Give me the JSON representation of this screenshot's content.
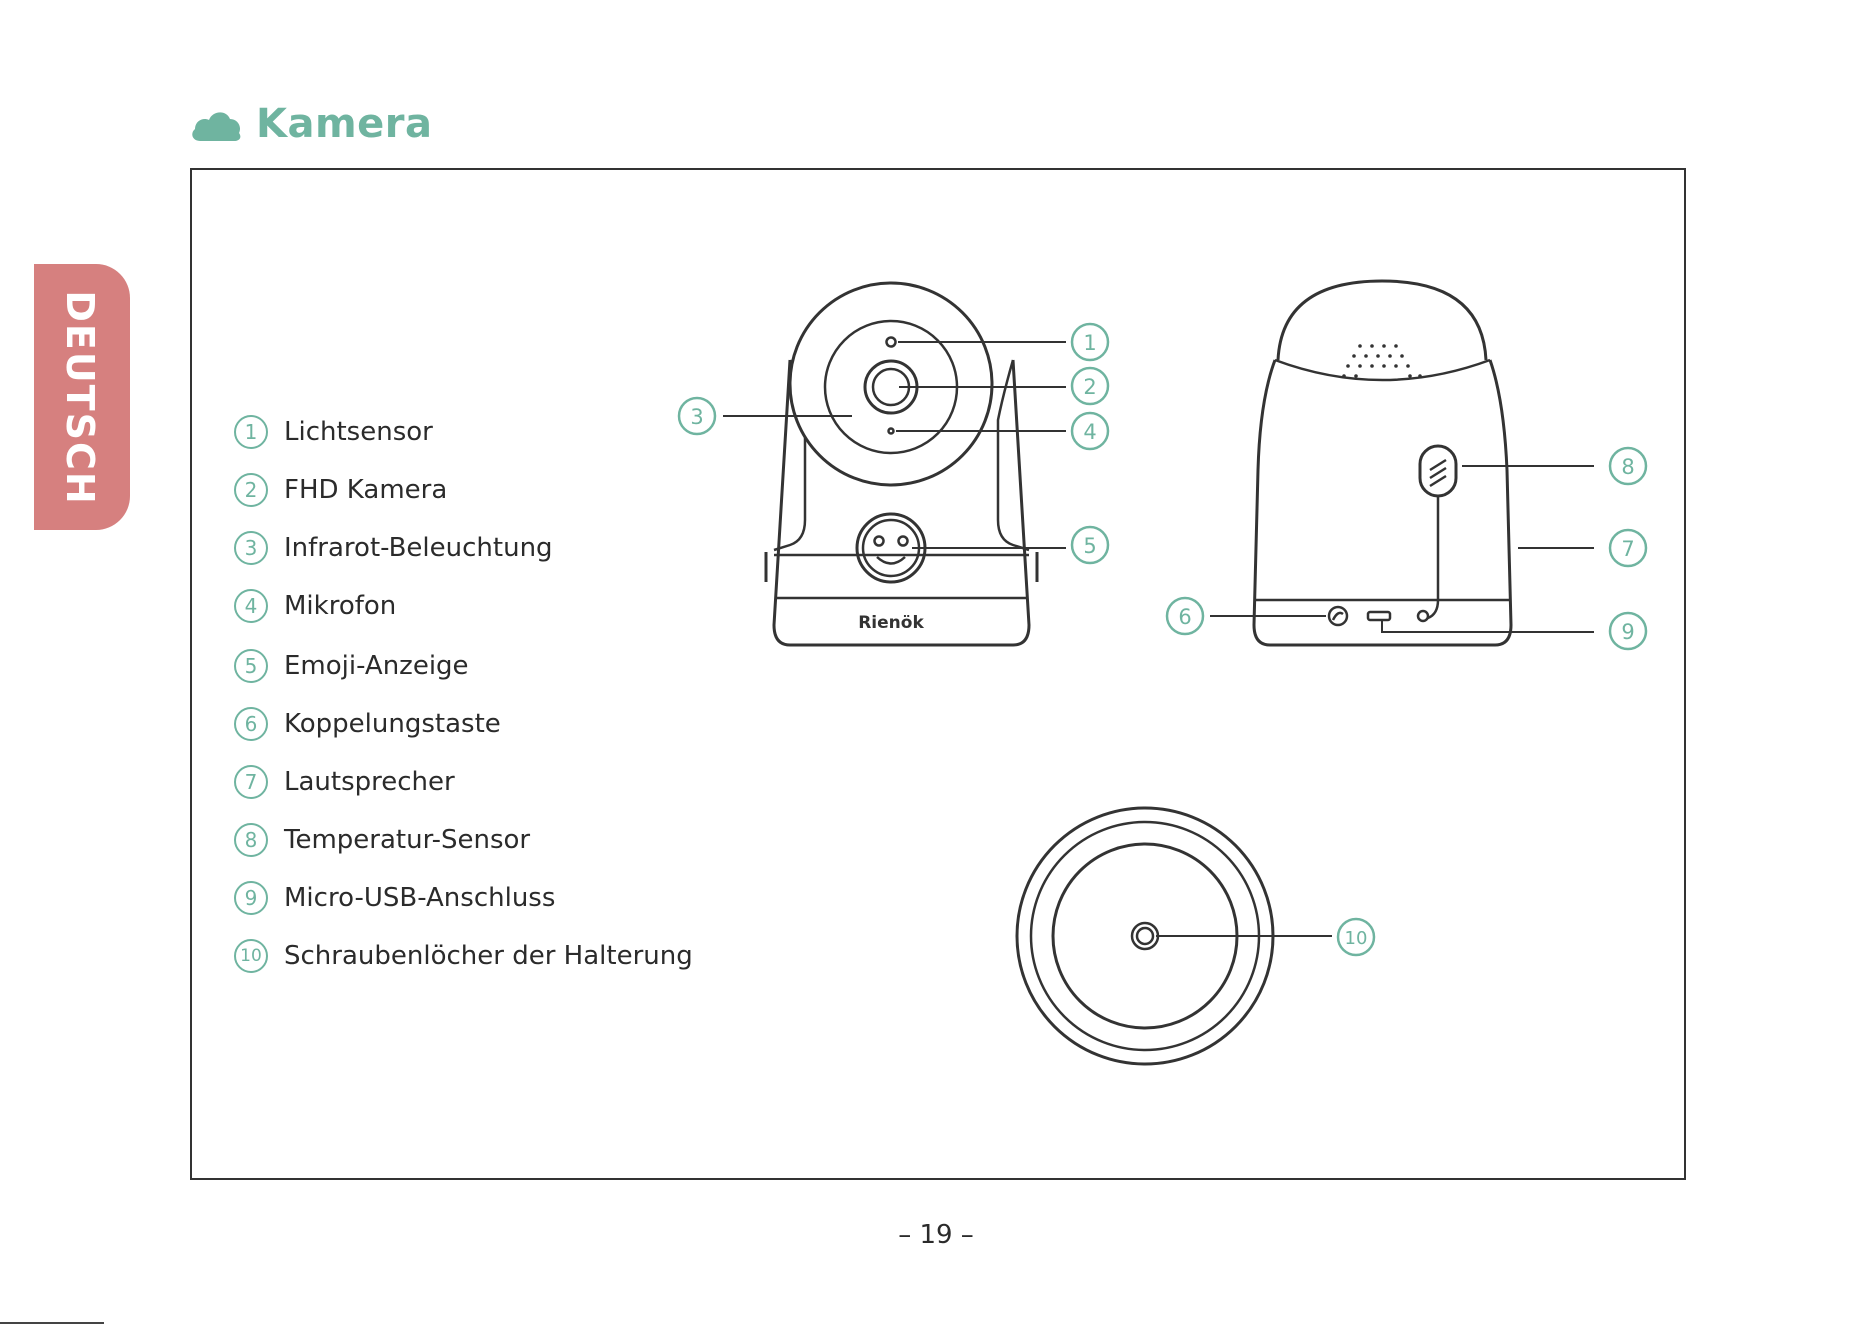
{
  "header": {
    "title": "Kamera",
    "icon": "cloud-icon",
    "accent_color": "#6fb4a0"
  },
  "language_tab": {
    "label": "DEUTSCH",
    "color": "#d6807f"
  },
  "legend": [
    {
      "num": "1",
      "label": "Lichtsensor"
    },
    {
      "num": "2",
      "label": "FHD Kamera"
    },
    {
      "num": "3",
      "label": "Infrarot-Beleuchtung"
    },
    {
      "num": "4",
      "label": "Mikrofon"
    },
    {
      "num": "5",
      "label": "Emoji-Anzeige"
    },
    {
      "num": "6",
      "label": "Koppelungstaste"
    },
    {
      "num": "7",
      "label": "Lautsprecher"
    },
    {
      "num": "8",
      "label": "Temperatur-Sensor"
    },
    {
      "num": "9",
      "label": "Micro-USB-Anschluss"
    },
    {
      "num": "10",
      "label": "Schraubenlöcher der Halterung"
    }
  ],
  "diagram": {
    "callouts": [
      "1",
      "2",
      "3",
      "4",
      "5",
      "6",
      "7",
      "8",
      "9",
      "10"
    ],
    "brand": "Rienök"
  },
  "footer": {
    "page_number": "– 19 –"
  }
}
